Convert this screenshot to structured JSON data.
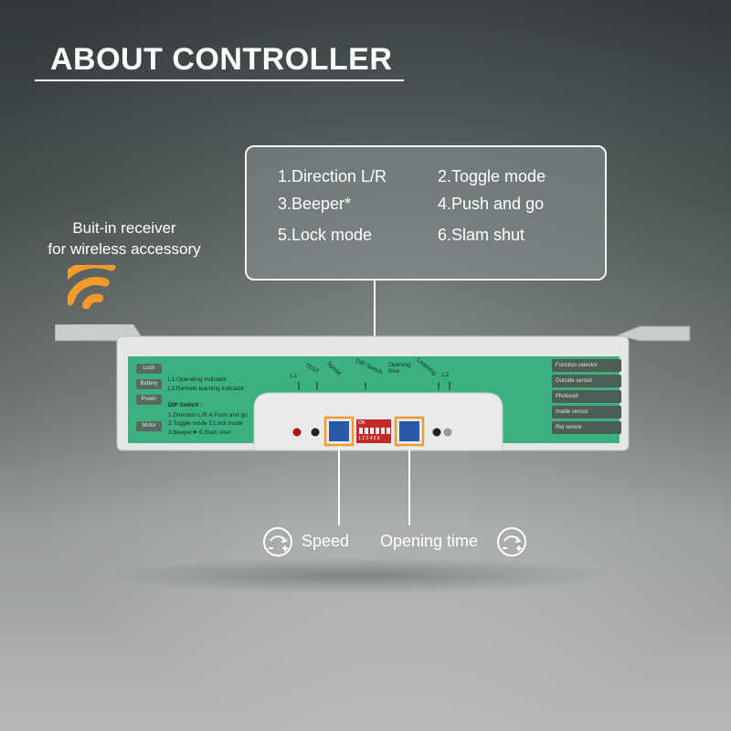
{
  "title": "ABOUT CONTROLLER",
  "receiver": {
    "line1": "Buit-in receiver",
    "line2": "for wireless accessory",
    "icon": "wifi-signal-icon"
  },
  "dip_functions": [
    {
      "label": "1.Direction L/R"
    },
    {
      "label": "2.Toggle mode"
    },
    {
      "label": "3.Beeper*"
    },
    {
      "label": "4.Push and go"
    },
    {
      "label": "5.Lock mode"
    },
    {
      "label": "6.Slam shut"
    }
  ],
  "knobs": {
    "speed_label": "Speed",
    "opening_time_label": "Opening time",
    "icon": "minus-plus-dial-icon"
  },
  "panel": {
    "left_buttons": [
      "Lock",
      "Battery",
      "Power",
      "Motor"
    ],
    "legend_l1": "L1:Operating indicator",
    "legend_l2": "L2:Remote learning indicator",
    "dip_heading": "DIP Switch :",
    "dip_lines": [
      "1.Direction L/R   4.Push and go",
      "2.Toggle mode   5.Lock mode",
      "3.Beeper★        6.Slam shut"
    ],
    "top_labels": [
      "L1",
      "TEST",
      "Speed",
      "DIP Switch",
      "Opening time",
      "Learning",
      "L2"
    ],
    "right_buttons": [
      "Function selector",
      "Outside sensor",
      "Photocell",
      "Inside sensor",
      "Ret sensor"
    ],
    "dip_on_label": "ON",
    "dip_numbers": "1 2 3 4 5 6"
  },
  "colors": {
    "accent": "#f39a2c",
    "panel_green": "#3bb17f",
    "housing": "#e6e9e8"
  }
}
